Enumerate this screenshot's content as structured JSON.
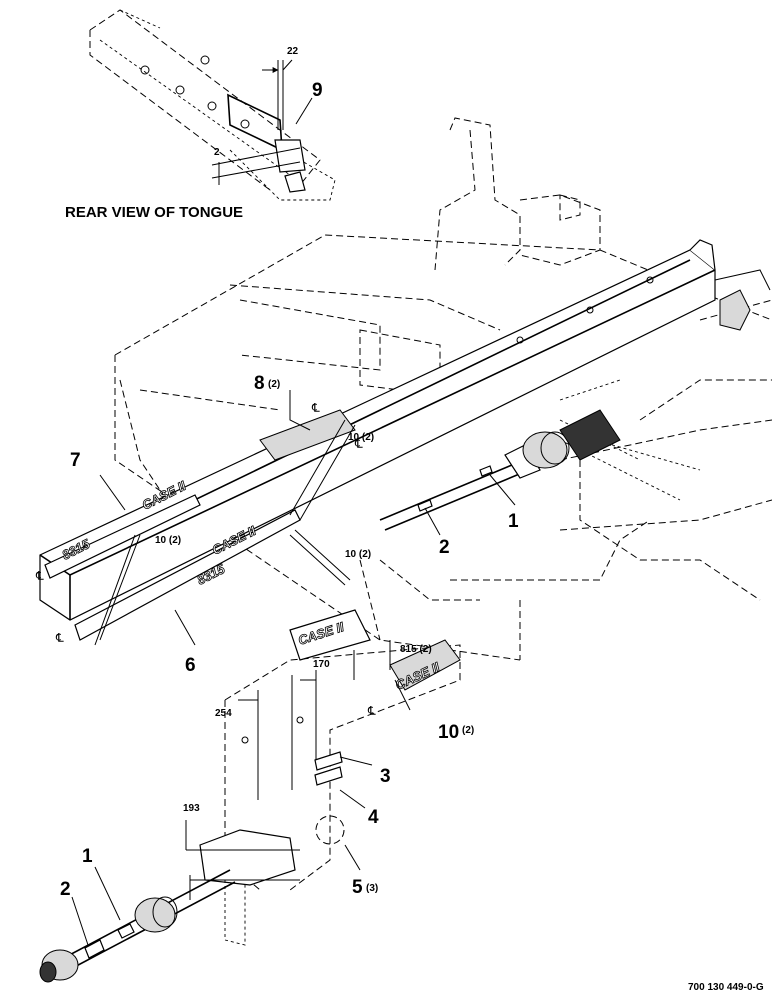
{
  "view_title": "REAR VIEW OF TONGUE",
  "figure_number": "700 130 449-0-G",
  "decal_texts": {
    "brand": "CASE II",
    "model": "8315"
  },
  "centerline_symbol": "℄",
  "callouts": [
    {
      "number": "1",
      "qty": ""
    },
    {
      "number": "2",
      "qty": ""
    },
    {
      "number": "3",
      "qty": ""
    },
    {
      "number": "4",
      "qty": ""
    },
    {
      "number": "5",
      "qty": "(3)"
    },
    {
      "number": "6",
      "qty": ""
    },
    {
      "number": "7",
      "qty": ""
    },
    {
      "number": "8",
      "qty": "(2)"
    },
    {
      "number": "9",
      "qty": ""
    },
    {
      "number": "10",
      "qty": "(2)"
    },
    {
      "number": "1",
      "qty": ""
    },
    {
      "number": "2",
      "qty": ""
    }
  ],
  "dimensions": {
    "d22": "22",
    "d2": "2",
    "d10a": "10 (2)",
    "d10b": "10 (2)",
    "d10c": "10 (2)",
    "d170": "170",
    "d815": "815 (2)",
    "d254": "254",
    "d193": "193"
  }
}
